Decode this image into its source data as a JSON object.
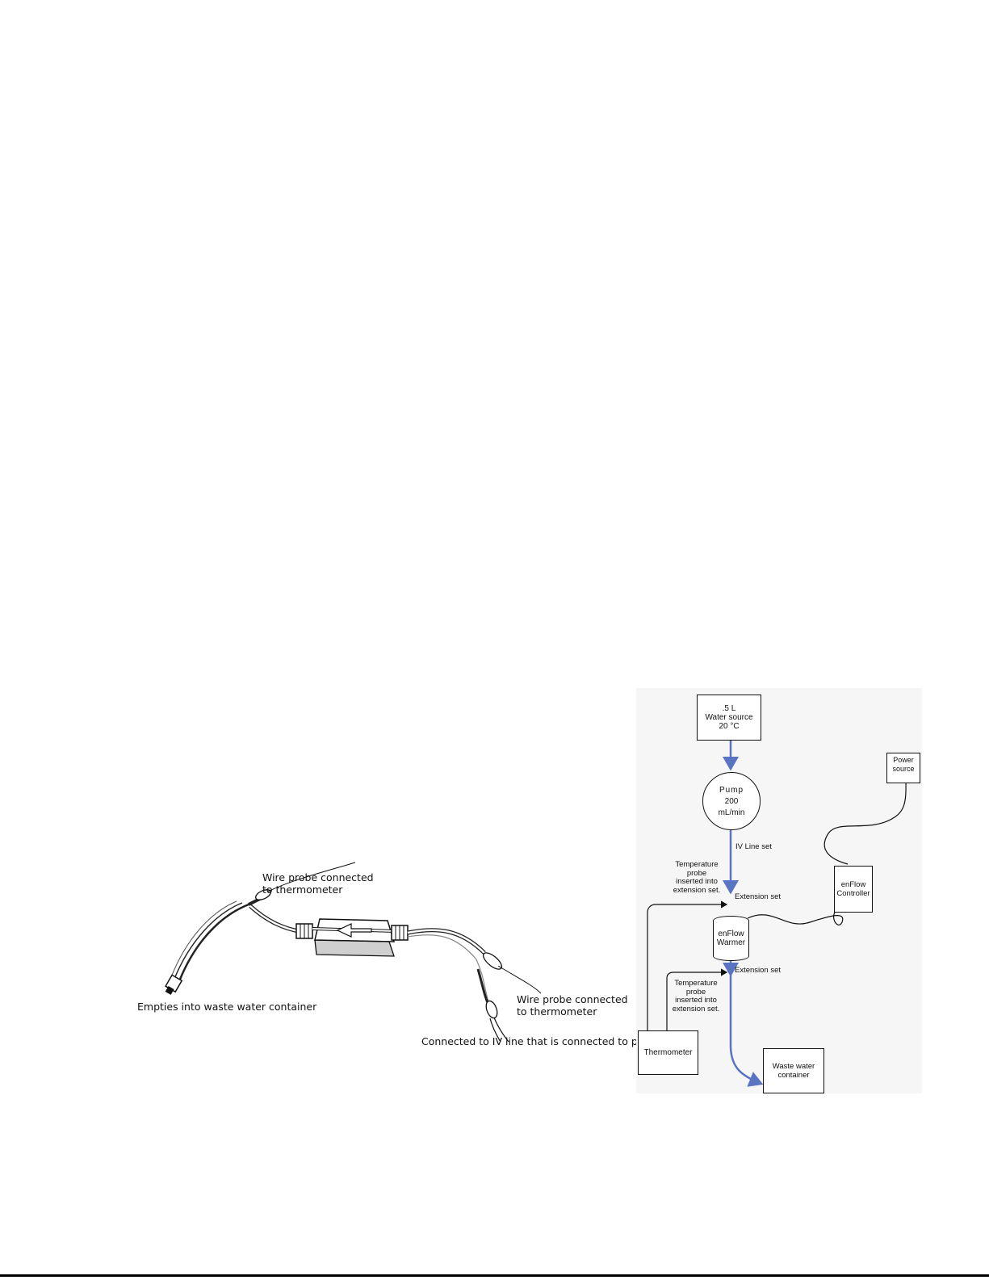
{
  "photo": {
    "callout_top": [
      "Wire probe connected",
      "to thermometer"
    ],
    "callout_left": "Empties into waste water container",
    "callout_right": [
      "Wire probe connected",
      "to thermometer"
    ],
    "callout_bottom": "Connected to IV line that is connected to pump"
  },
  "diagram": {
    "water_source": [
      ".5 L",
      "Water source",
      "20 °C"
    ],
    "pump": [
      "Pump",
      "200",
      "mL/min"
    ],
    "power_source": [
      "Power",
      "source"
    ],
    "iv_line_set": "IV Line set",
    "temp_probe_1": [
      "Temperature",
      "probe",
      "inserted into",
      "extension set."
    ],
    "extension_set_1": "Extension set",
    "enflow_controller": [
      "enFlow",
      "Controller"
    ],
    "enflow_warmer": [
      "enFlow",
      "Warmer"
    ],
    "extension_set_2": "Extension set",
    "temp_probe_2": [
      "Temperature",
      "probe",
      "inserted into",
      "extension set."
    ],
    "thermometer": "Thermometer",
    "waste_water": [
      "Waste water",
      "container"
    ]
  },
  "colors": {
    "flow_line": "#5a74c4",
    "wire": "#111111"
  }
}
